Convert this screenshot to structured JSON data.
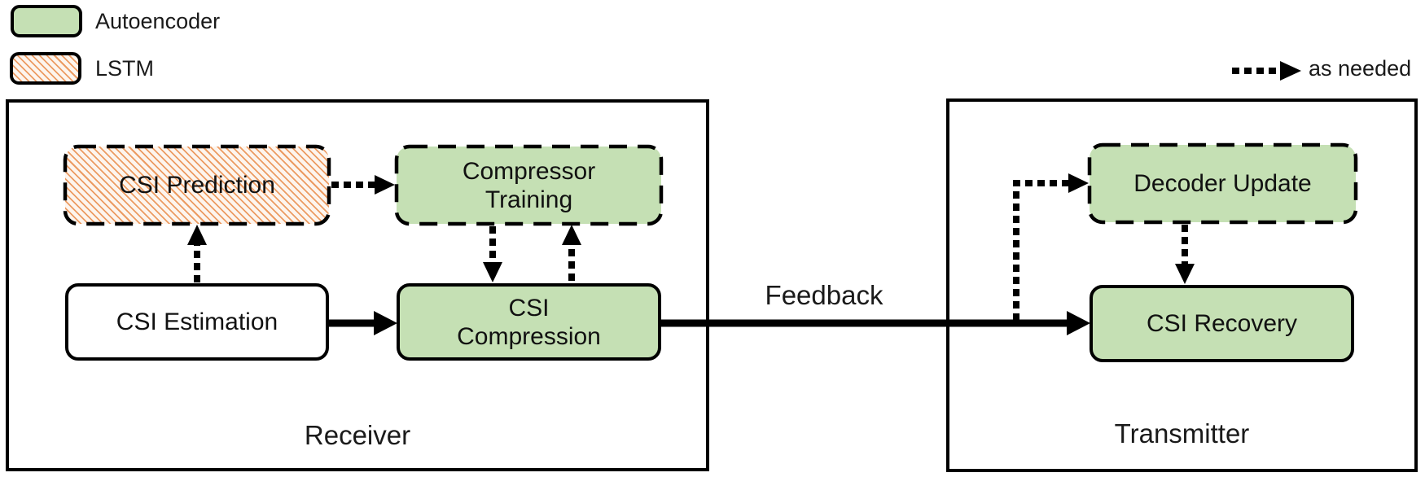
{
  "legend": {
    "autoencoder_label": "Autoencoder",
    "lstm_label": "LSTM",
    "as_needed_label": "as needed"
  },
  "receiver": {
    "title": "Receiver",
    "boxes": {
      "csi_prediction": "CSI Prediction",
      "compressor_training": "Compressor Training",
      "csi_estimation": "CSI Estimation",
      "csi_compression": "CSI Compression"
    }
  },
  "transmitter": {
    "title": "Transmitter",
    "boxes": {
      "decoder_update": "Decoder Update",
      "csi_recovery": "CSI Recovery"
    }
  },
  "connections": {
    "feedback_label": "Feedback"
  },
  "colors": {
    "autoencoder_fill": "#c5e0b4",
    "lstm_hatch_stripe": "#ec9b62",
    "lstm_hatch_base": "#fdf5ee",
    "line_color": "#000000",
    "background": "#ffffff"
  }
}
